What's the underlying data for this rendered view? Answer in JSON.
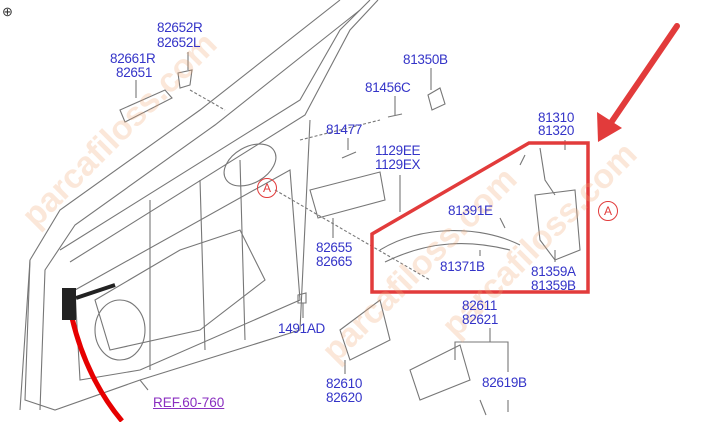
{
  "zoom_icon": "magnifier-plus-icon",
  "watermark": "parcafiloss.com",
  "labels": {
    "a1": "82652R",
    "a2": "82652L",
    "b1": "82661R",
    "b2": "82651",
    "c1": "81350B",
    "d1": "81456C",
    "e1": "81477",
    "f1": "1129EE",
    "f2": "1129EX",
    "g1": "81310",
    "g2": "81320",
    "h1": "81391E",
    "i1": "81371B",
    "j1": "81359A",
    "j2": "81359B",
    "k1": "82655",
    "k2": "82665",
    "l1": "1491AD",
    "m1": "82611",
    "m2": "82621",
    "n1": "82610",
    "n2": "82620",
    "o1": "82619B",
    "ref": "REF.60-760",
    "callout": "A"
  },
  "colors": {
    "label": "#3434c8",
    "highlight": "#e23b3b",
    "ref": "#8a2ec0"
  }
}
